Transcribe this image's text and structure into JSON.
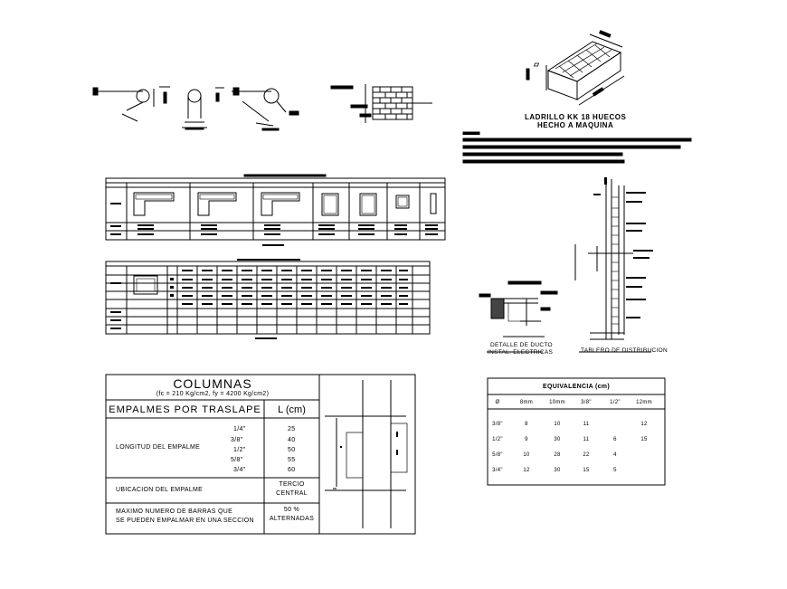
{
  "brick": {
    "title_line1": "LADRILLO KK 18 HUECOS",
    "title_line2": "HECHO A MAQUINA"
  },
  "columnas": {
    "title": "COLUMNAS",
    "subtitle": "(fc = 210 Kg/cm2, fy = 4200 Kg/cm2)",
    "header_left": "EMPALMES POR TRASLAPE",
    "header_right": "L (cm)",
    "longitud_label": "LONGITUD DEL EMPALME",
    "rows": [
      {
        "diam": "1/4\"",
        "l": "25"
      },
      {
        "diam": "3/8\"",
        "l": "40"
      },
      {
        "diam": "1/2\"",
        "l": "50"
      },
      {
        "diam": "5/8\"",
        "l": "55"
      },
      {
        "diam": "3/4\"",
        "l": "60"
      }
    ],
    "ubicacion_label": "UBICACION DEL EMPALME",
    "ubicacion_value_1": "TERCIO",
    "ubicacion_value_2": "CENTRAL",
    "maximo_label_1": "MAXIMO NUMERO DE BARRAS QUE",
    "maximo_label_2": "SE PUEDEN EMPALMAR EN UNA SECCION",
    "maximo_value_1": "50 %",
    "maximo_value_2": "ALTERNADAS"
  },
  "equivalencia": {
    "title": "EQUIVALENCIA (cm)",
    "headers": [
      "Ø",
      "8mm",
      "10mm",
      "3/8\"",
      "1/2\"",
      "12mm"
    ],
    "rows": [
      [
        "3/8\"",
        "8",
        "10",
        "11",
        "",
        "12"
      ],
      [
        "1/2\"",
        "9",
        "30",
        "11",
        "6",
        "15"
      ],
      [
        "5/8\"",
        "10",
        "28",
        "22",
        "4",
        ""
      ],
      [
        "3/4\"",
        "12",
        "30",
        "15",
        "5",
        ""
      ]
    ]
  },
  "details": {
    "ducto_1": "DETALLE DE DUCTO",
    "ducto_2": "INSTAL. ELECTRICAS",
    "tablero": "TABLERO DE DISTRIBUCION"
  }
}
